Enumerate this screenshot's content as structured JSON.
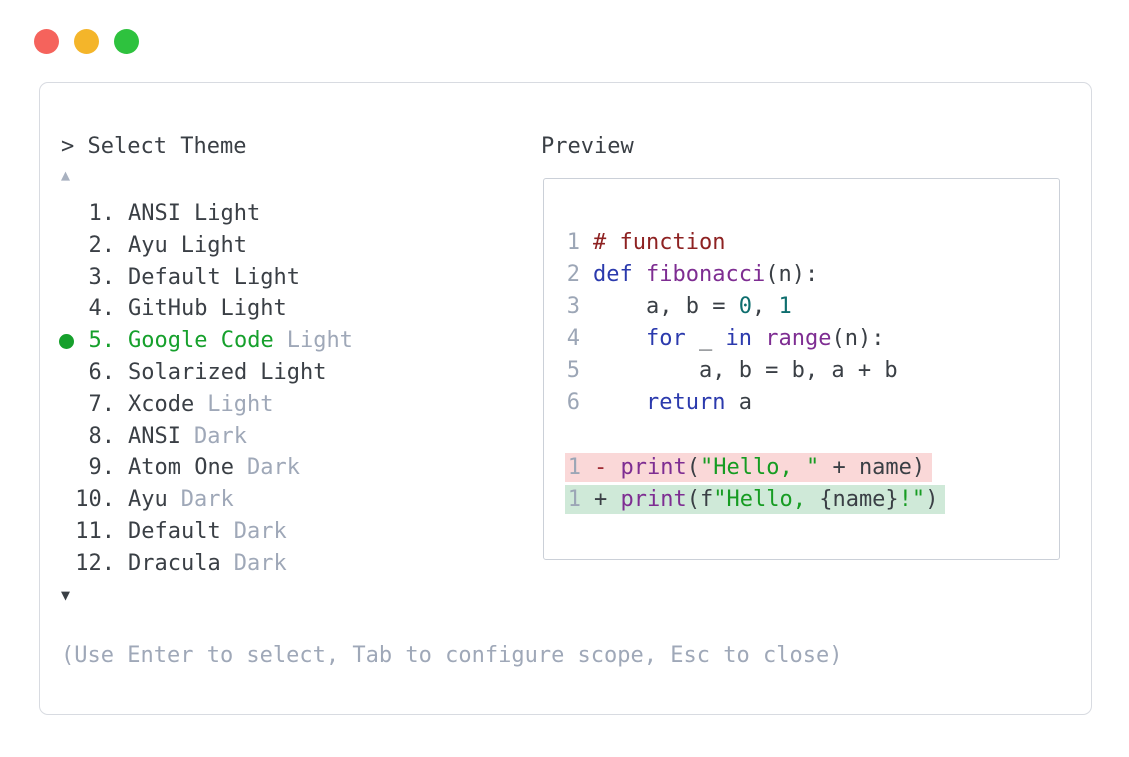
{
  "window": {
    "buttons": [
      {
        "name": "close",
        "color": "#f5635c"
      },
      {
        "name": "minimize",
        "color": "#f4b52a"
      },
      {
        "name": "maximize",
        "color": "#2ec23e"
      }
    ]
  },
  "prompt": {
    "caret": "> ",
    "title": "Select Theme"
  },
  "list": {
    "scroll_up_indicator": "▲",
    "scroll_down_indicator": "▼",
    "selected_index": 5,
    "accent_green": "#16a02c",
    "items": [
      {
        "num": "1.",
        "name": "ANSI",
        "variant": "Light",
        "selected": false
      },
      {
        "num": "2.",
        "name": "Ayu",
        "variant": "Light",
        "selected": false
      },
      {
        "num": "3.",
        "name": "Default",
        "variant": "Light",
        "selected": false
      },
      {
        "num": "4.",
        "name": "GitHub",
        "variant": "Light",
        "selected": false
      },
      {
        "num": "5.",
        "name": "Google Code",
        "variant": "Light",
        "selected": true
      },
      {
        "num": "6.",
        "name": "Solarized",
        "variant": "Light",
        "selected": false
      },
      {
        "num": "7.",
        "name": "Xcode",
        "variant": "Light",
        "selected": false
      },
      {
        "num": "8.",
        "name": "ANSI",
        "variant": "Dark",
        "selected": false
      },
      {
        "num": "9.",
        "name": "Atom One",
        "variant": "Dark",
        "selected": false
      },
      {
        "num": "10.",
        "name": "Ayu",
        "variant": "Dark",
        "selected": false
      },
      {
        "num": "11.",
        "name": "Default",
        "variant": "Dark",
        "selected": false
      },
      {
        "num": "12.",
        "name": "Dracula",
        "variant": "Dark",
        "selected": false
      }
    ]
  },
  "preview": {
    "label": "Preview",
    "syntax_colors": {
      "comment": "#8e2222",
      "keyword": "#2b3aad",
      "function": "#7e2d92",
      "literal": "#0e6e6e",
      "string": "#169c22",
      "plain": "#3a3f45",
      "line_number": "#9ca6b6",
      "diff_removed_bg": "#fad8d8",
      "diff_added_bg": "#cfe9d8"
    },
    "code": {
      "l1": {
        "num": "1",
        "comment": "# function"
      },
      "l2": {
        "num": "2",
        "kw": "def",
        "t1": " ",
        "fn": "fibonacci",
        "t2": "(n):"
      },
      "l3": {
        "num": "3",
        "t1": "    a, b = ",
        "lit1": "0",
        "t2": ", ",
        "lit2": "1"
      },
      "l4": {
        "num": "4",
        "t1": "    ",
        "kw1": "for",
        "t2": " _ ",
        "kw2": "in",
        "t3": " ",
        "fn": "range",
        "t4": "(n):"
      },
      "l5": {
        "num": "5",
        "t1": "        a, b = b, a + b"
      },
      "l6": {
        "num": "6",
        "t1": "    ",
        "kw": "return",
        "t2": " a"
      }
    },
    "diff": {
      "removed": {
        "num": "1",
        "sign": "- ",
        "fn": "print",
        "t1": "(",
        "str": "\"Hello, \"",
        "t2": " + name)"
      },
      "added": {
        "num": "1",
        "sign": "+ ",
        "fn": "print",
        "t1": "(f",
        "str1": "\"Hello, ",
        "t2": "{name}",
        "str2": "!\"",
        "t3": ")"
      }
    }
  },
  "footer": {
    "hint": "(Use Enter to select, Tab to configure scope, Esc to close)"
  }
}
